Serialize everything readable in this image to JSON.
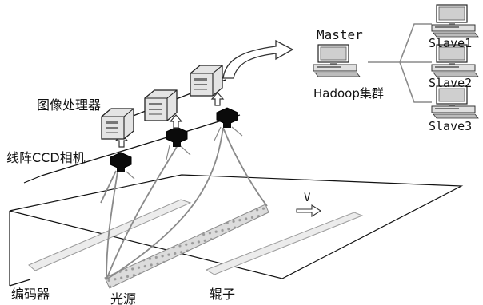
{
  "labels": {
    "master": "Master",
    "hadoop_cluster": "Hadoop集群",
    "slave1": "Slave1",
    "slave2": "Slave2",
    "slave3": "Slave3",
    "image_processor": "图像处理器",
    "line_ccd_camera": "线阵CCD相机",
    "encoder": "编码器",
    "light_source": "光源",
    "roller": "辊子",
    "velocity": "V"
  },
  "colors": {
    "line": "#111111",
    "roller_fill": "#e6e6e6",
    "light_fill": "#d9d9d9",
    "computer_fill": "#d0d0d0"
  }
}
